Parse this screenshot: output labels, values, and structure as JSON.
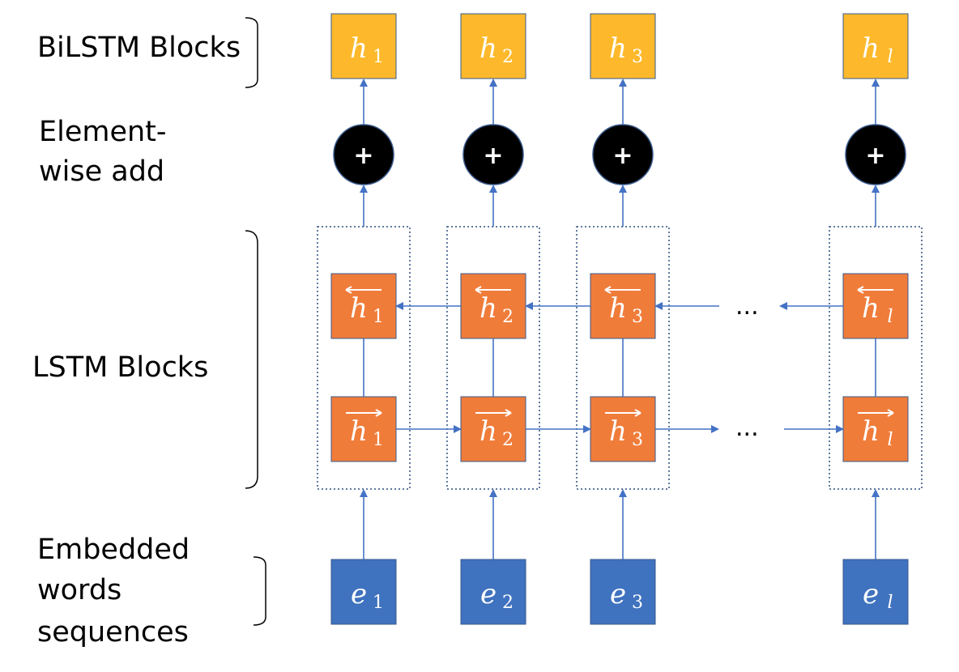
{
  "labels": {
    "bilstm": "BiLSTM Blocks",
    "add_line1": "Element-",
    "add_line2": "wise add",
    "lstm": "LSTM Blocks",
    "emb_line1": "Embedded",
    "emb_line2": "words",
    "emb_line3": "sequences"
  },
  "ellipsis": "...",
  "plus_symbol": "+",
  "columns": [
    {
      "sub": "1",
      "sub_italic": false
    },
    {
      "sub": "2",
      "sub_italic": false
    },
    {
      "sub": "3",
      "sub_italic": false
    },
    {
      "sub": "l",
      "sub_italic": true
    }
  ],
  "symbols": {
    "hidden": "h",
    "embed": "e"
  },
  "colors": {
    "bilstm_box": "#FDB92B",
    "lstm_box": "#F07C3A",
    "embed_box": "#3F72BF",
    "box_border": "#3A5A8C",
    "arrow": "#4472C4",
    "plus_node": "#000000",
    "dotted_frame": "#2E4E7E"
  }
}
